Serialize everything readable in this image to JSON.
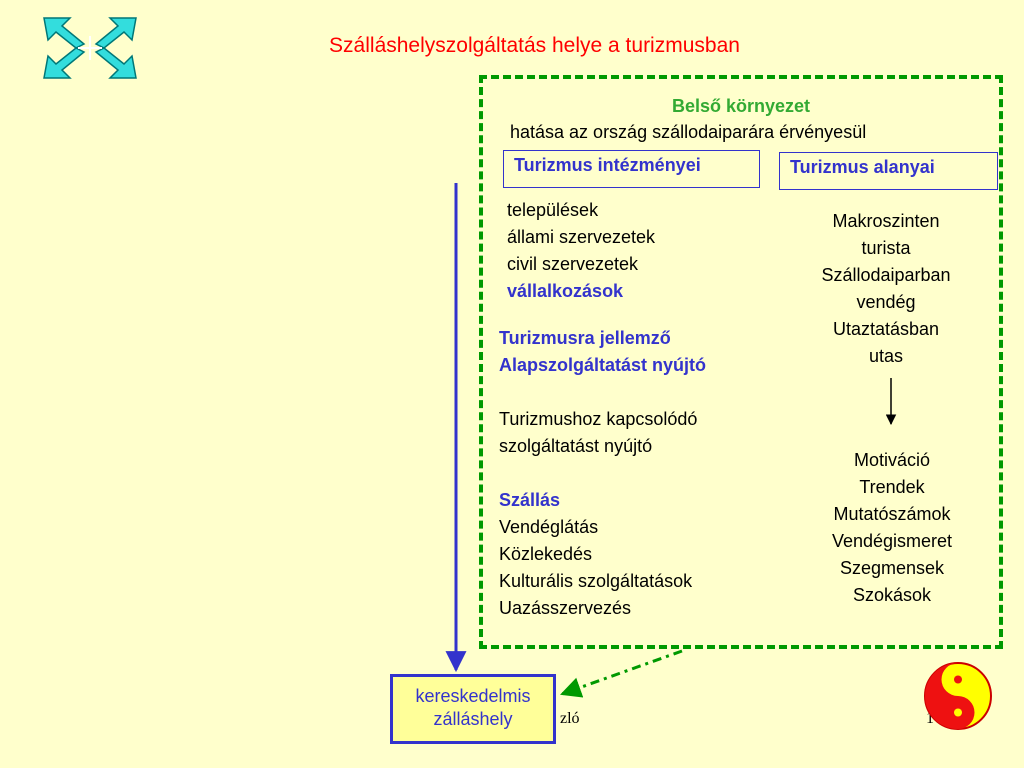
{
  "title": "Szálláshelyszolgáltatás helye a turizmusban",
  "inner": {
    "heading": "Belső környezet",
    "subheading": "hatása az ország szállodaiparára érvényesül"
  },
  "boxes": {
    "left": "Turizmus intézményei",
    "right": "Turizmus alanyai"
  },
  "institutions": {
    "items": [
      "települések",
      "állami szervezetek",
      "civil szervezetek"
    ],
    "bold_item": "vállalkozások"
  },
  "services": {
    "basic_line1": "Turizmusra jellemző",
    "basic_line2": "Alapszolgáltatást nyújtó",
    "related_line1": "Turizmushoz kapcsolódó",
    "related_line2": "szolgáltatást nyújtó",
    "lodging": "Szállás",
    "list": [
      "Vendéglátás",
      "Közlekedés",
      "Kulturális szolgáltatások",
      "Uazásszervezés"
    ]
  },
  "subjects": {
    "items": [
      "Makroszinten",
      "turista",
      "Szállodaiparban",
      "vendég",
      "Utaztatásban",
      "utas"
    ]
  },
  "factors": {
    "items": [
      "Motiváció",
      "Trendek",
      "Mutatószámok",
      "Vendégismeret",
      "Szegmensek",
      "Szokások"
    ]
  },
  "bottom_box": {
    "line1": "kereskedelmis",
    "line2": "zálláshely"
  },
  "footer": {
    "left_fragment": "zló",
    "right_fragment": "1"
  },
  "colors": {
    "background": "#ffffcc",
    "title": "#ff0000",
    "frame": "#009900",
    "accent": "#3333cc"
  }
}
